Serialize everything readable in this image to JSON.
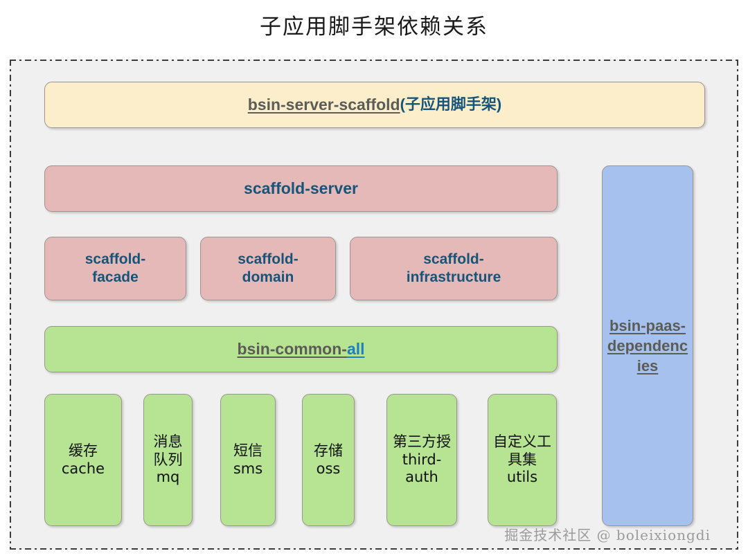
{
  "title": "子应用脚手架依赖关系",
  "watermark": "掘金技术社区 @ boleixiongdi",
  "colors": {
    "cream": "#fceeca",
    "pink": "#e5b9b7",
    "green": "#b6e492",
    "blue": "#a7c1ef",
    "label_blue": "#16547a",
    "label_dark": "#5c5c57",
    "frame_bg": "#f0f0f0",
    "page_bg": "#ffffff"
  },
  "diagram": {
    "type": "dependency-block-diagram",
    "root": {
      "name_main": "bsin-server-scaffold",
      "name_paren": "(子应用脚手架)",
      "color": "cream"
    },
    "server": {
      "label": "scaffold-server",
      "color": "pink"
    },
    "modules": [
      {
        "label": "scaffold-\nfacade",
        "line1": "scaffold-",
        "line2": "facade",
        "color": "pink"
      },
      {
        "label": "scaffold-\ndomain",
        "line1": "scaffold-",
        "line2": "domain",
        "color": "pink"
      },
      {
        "label": "scaffold-\ninfrastructure",
        "line1": "scaffold-",
        "line2": "infrastructure",
        "color": "pink"
      }
    ],
    "common": {
      "name_main": "bsin-common-",
      "name_suffix": "all",
      "color": "green"
    },
    "leaves": [
      {
        "cn": "缓存",
        "en": "cache",
        "color": "green"
      },
      {
        "cn": "消息队列",
        "en": "mq",
        "color": "green"
      },
      {
        "cn": "短信",
        "en": "sms",
        "color": "green"
      },
      {
        "cn": "存储",
        "en": "oss",
        "color": "green"
      },
      {
        "cn": "第三方授",
        "en": "third-auth",
        "color": "green"
      },
      {
        "cn": "自定义工具集",
        "en": "utils",
        "color": "green"
      }
    ],
    "sidebar": {
      "label": "bsin-paas-dependencies",
      "color": "blue"
    }
  }
}
